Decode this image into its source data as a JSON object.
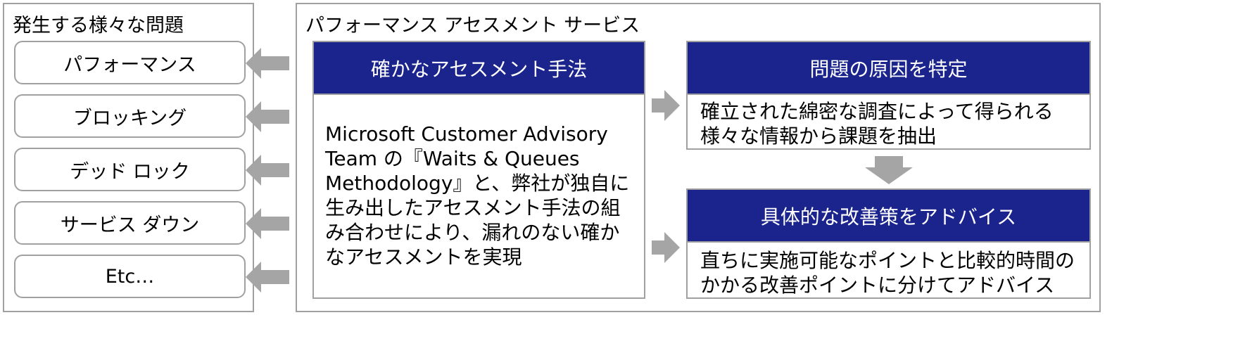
{
  "problems": {
    "title": "発生する様々な問題",
    "items": [
      {
        "label": "パフォーマンス"
      },
      {
        "label": "ブロッキング"
      },
      {
        "label": "デッド ロック"
      },
      {
        "label": "サービス ダウン"
      },
      {
        "label": "Etc…"
      }
    ]
  },
  "service": {
    "title": "パフォーマンス アセスメント サービス",
    "method": {
      "header": "確かなアセスメント手法",
      "body": "Microsoft Customer Advisory Team の『Waits & Queues Methodology』と、弊社が独自に生み出したアセスメント手法の組み合わせにより、漏れのない確かなアセスメントを実現"
    },
    "cause": {
      "header": "問題の原因を特定",
      "body": "確立された綿密な調査によって得られる様々な情報から課題を抽出"
    },
    "advice": {
      "header": "具体的な改善策をアドバイス",
      "body": "直ちに実施可能なポイントと比較的時間のかかる改善ポイントに分けてアドバイス"
    }
  },
  "colors": {
    "header": "#1a248c",
    "arrow": "#a5a5a5",
    "border": "#a0a0a0"
  }
}
